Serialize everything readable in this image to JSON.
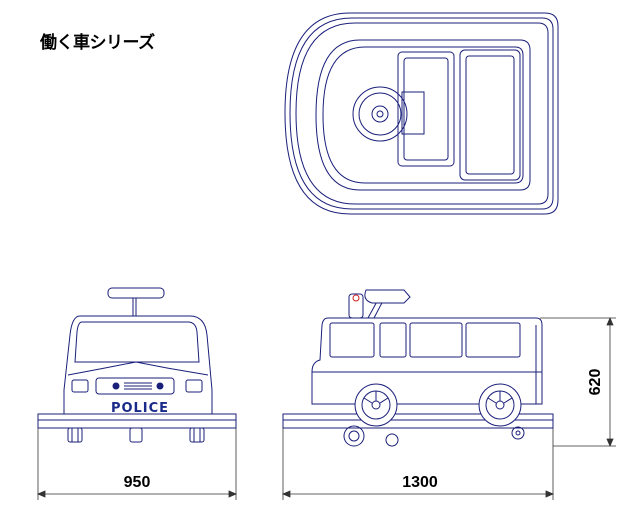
{
  "title": "働く車シリーズ",
  "vehicle_label": "POLICE",
  "dimensions": {
    "width": "950",
    "length": "1300",
    "height": "620"
  },
  "colors": {
    "outline": "#1a1f7a",
    "body_fill": "#ffffff",
    "base_fill": "#ffffff",
    "label": "#1a2a8a",
    "lamp": "#cc2222"
  }
}
